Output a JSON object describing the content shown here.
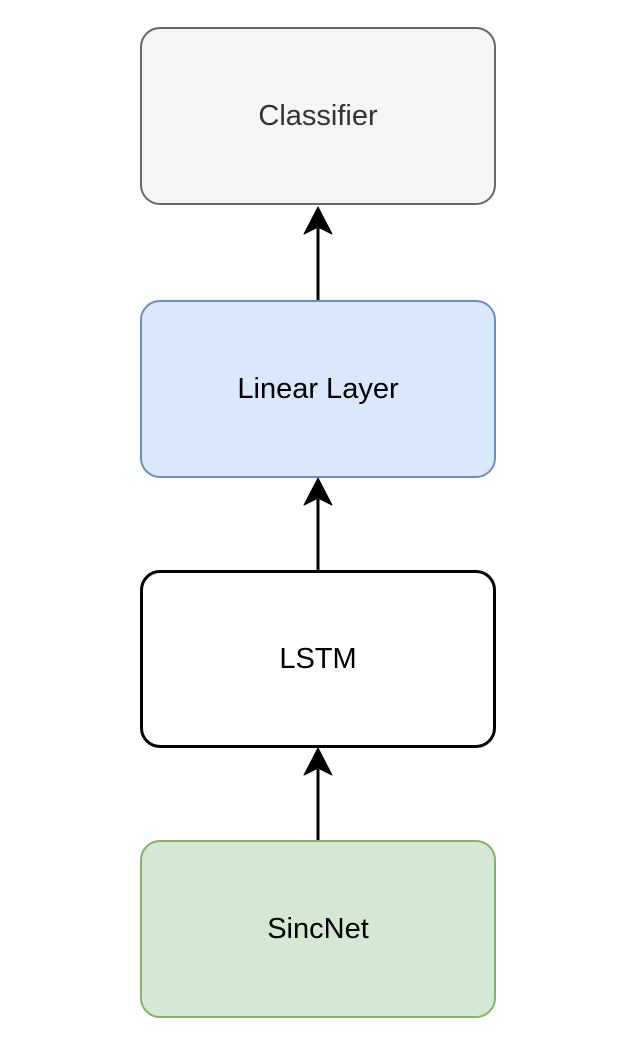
{
  "diagram": {
    "type": "flow-diagram",
    "background_color": "#ffffff",
    "edge_color": "#000000",
    "nodes": [
      {
        "id": "classifier",
        "label": "Classifier",
        "fill": "#f5f5f5",
        "stroke": "#666666",
        "text_color": "#333333"
      },
      {
        "id": "linear-layer",
        "label": "Linear Layer",
        "fill": "#dae8fc",
        "stroke": "#6c8ebf",
        "text_color": "#000000"
      },
      {
        "id": "lstm",
        "label": "LSTM",
        "fill": "#ffffff",
        "stroke": "#000000",
        "text_color": "#000000"
      },
      {
        "id": "sincnet",
        "label": "SincNet",
        "fill": "#d5e8d4",
        "stroke": "#82b366",
        "text_color": "#000000"
      }
    ],
    "edges": [
      {
        "from": "sincnet",
        "to": "lstm",
        "direction": "up",
        "arrowhead": "classic",
        "color": "#000000"
      },
      {
        "from": "lstm",
        "to": "linear-layer",
        "direction": "up",
        "arrowhead": "classic",
        "color": "#000000"
      },
      {
        "from": "linear-layer",
        "to": "classifier",
        "direction": "up",
        "arrowhead": "classic",
        "color": "#000000"
      }
    ]
  }
}
